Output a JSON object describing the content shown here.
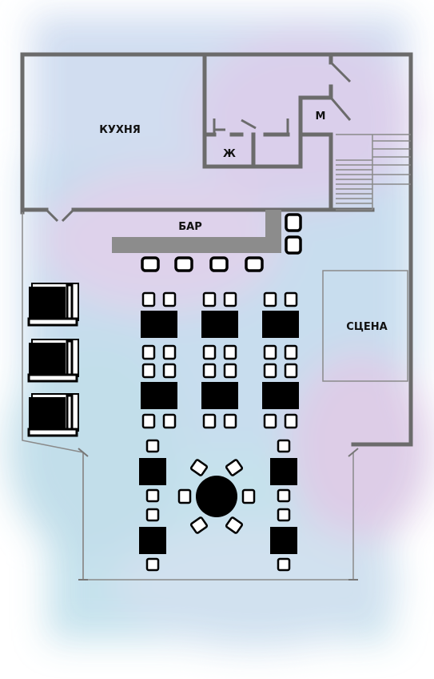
{
  "rooms": {
    "kitchen": "КУХНЯ",
    "wc_women": "Ж",
    "wc_men": "М",
    "bar": "БАР",
    "stage": "СЦЕНА"
  },
  "colors": {
    "wall": "#6b6b6b",
    "bar_counter": "#8c8c8c",
    "furniture": "#000000",
    "chair_fill": "#ffffff",
    "watercolor": [
      "#c9d9ef",
      "#d8cbe8",
      "#bfe0ec",
      "#e3d3ec"
    ]
  },
  "furniture": {
    "bar_stools": 6,
    "rect_tables_rows": 2,
    "rect_tables_per_row": 3,
    "small_square_tables": 4,
    "round_table_chairs": 6,
    "sofa_booths": 3
  }
}
